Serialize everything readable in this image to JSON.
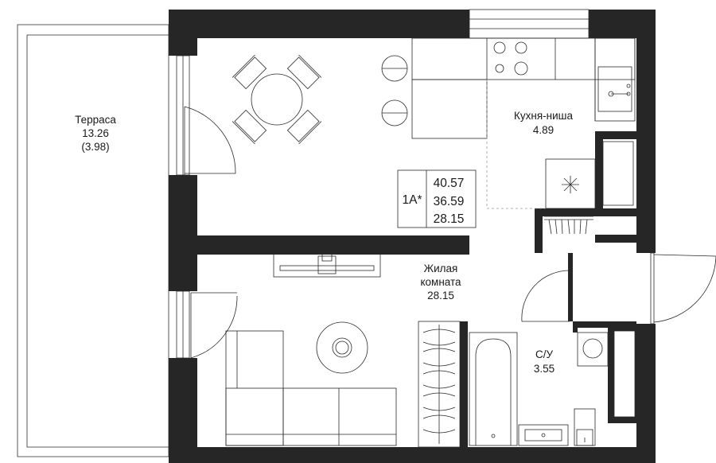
{
  "rooms": {
    "terrace": {
      "name": "Терраса",
      "area": "13.26",
      "area_reduced": "(3.98)"
    },
    "kitchen": {
      "name": "Кухня-ниша",
      "area": "4.89"
    },
    "living": {
      "name_line1": "Жилая",
      "name_line2": "комната",
      "area": "28.15"
    },
    "bathroom": {
      "name": "С/У",
      "area": "3.55"
    }
  },
  "apartment": {
    "type": "1А*",
    "total_area": "40.57",
    "living_space": "36.59",
    "living_area": "28.15"
  },
  "colors": {
    "wall": "#262626",
    "line": "#2a2a2a",
    "background": "#ffffff"
  }
}
